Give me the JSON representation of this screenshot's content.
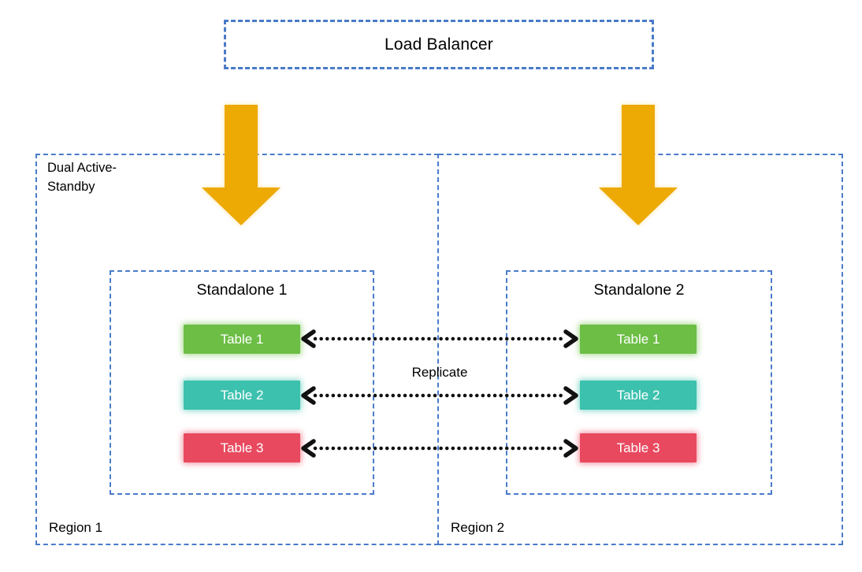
{
  "load_balancer": {
    "label": "Load Balancer"
  },
  "regions": [
    {
      "label": "Region 1",
      "annotation": "Dual Active-Standby"
    },
    {
      "label": "Region 2"
    }
  ],
  "standalones": [
    {
      "title": "Standalone 1",
      "tables": [
        {
          "label": "Table 1",
          "color": "#6CBE45"
        },
        {
          "label": "Table 2",
          "color": "#3CC1AE"
        },
        {
          "label": "Table 3",
          "color": "#E8495F"
        }
      ]
    },
    {
      "title": "Standalone 2",
      "tables": [
        {
          "label": "Table 1",
          "color": "#6CBE45"
        },
        {
          "label": "Table 2",
          "color": "#3CC1AE"
        },
        {
          "label": "Table 3",
          "color": "#E8495F"
        }
      ]
    }
  ],
  "replication": {
    "label": "Replicate",
    "arrow_count": 3
  },
  "colors": {
    "dashed_border": "#4A7BC8",
    "arrow_gold": "#EDA904",
    "arrow_glow": "#FFE2A0",
    "dotted_line": "#111111",
    "text": "#000000",
    "table_text": "#FFFFFF"
  }
}
